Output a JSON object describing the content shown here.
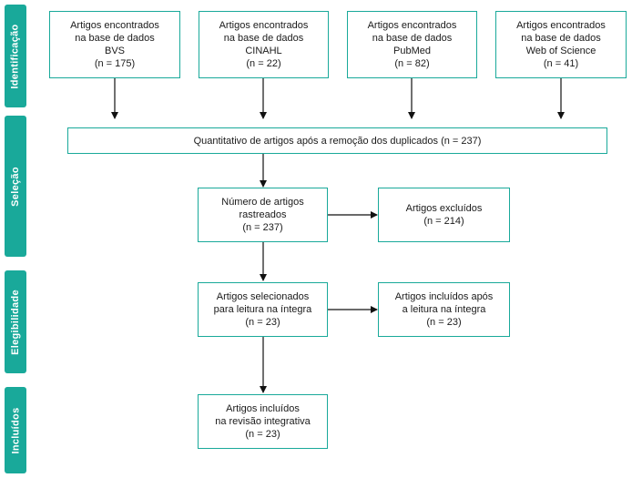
{
  "phases": {
    "identificacao": "Identificação",
    "selecao": "Seleção",
    "elegibilidade": "Elegibilidade",
    "incluidos": "Incluídos"
  },
  "boxes": {
    "bvs": {
      "line1": "Artigos encontrados",
      "line2": "na base de dados",
      "line3": "BVS",
      "line4": "(n = 175)"
    },
    "cinahl": {
      "line1": "Artigos encontrados",
      "line2": "na base de dados",
      "line3": "CINAHL",
      "line4": "(n = 22)"
    },
    "pubmed": {
      "line1": "Artigos encontrados",
      "line2": "na base de dados",
      "line3": "PubMed",
      "line4": "(n = 82)"
    },
    "wos": {
      "line1": "Artigos encontrados",
      "line2": "na base de dados",
      "line3": "Web of Science",
      "line4": "(n = 41)"
    },
    "duplicados": {
      "line1": "Quantitativo de artigos após a remoção dos duplicados (n = 237)"
    },
    "rastreados": {
      "line1": "Número de artigos",
      "line2": "rastreados",
      "line3": "(n = 237)"
    },
    "excluidos": {
      "line1": "Artigos excluídos",
      "line2": "(n = 214)"
    },
    "selecionados": {
      "line1": "Artigos selecionados",
      "line2": "para leitura na íntegra",
      "line3": "(n = 23)"
    },
    "incluidos_leitura": {
      "line1": "Artigos incluídos após",
      "line2": "a leitura na íntegra",
      "line3": "(n = 23)"
    },
    "incluidos_revisao": {
      "line1": "Artigos incluídos",
      "line2": "na revisão integrativa",
      "line3": "(n = 23)"
    }
  },
  "colors": {
    "accent": "#19a99a",
    "arrow": "#111111"
  }
}
